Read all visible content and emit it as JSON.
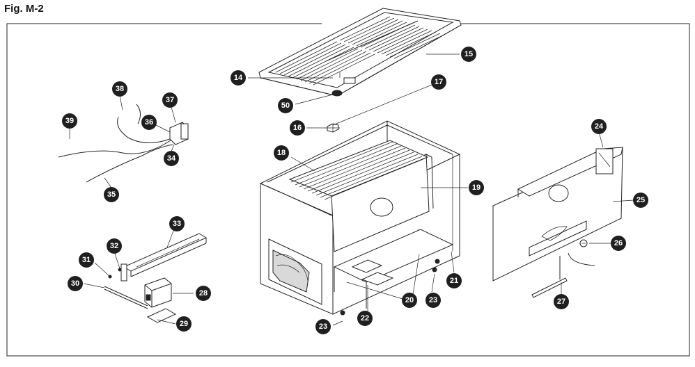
{
  "figure": {
    "title": "Fig. M-2"
  },
  "callouts": [
    {
      "id": "c14",
      "label": "14"
    },
    {
      "id": "c15",
      "label": "15"
    },
    {
      "id": "c16",
      "label": "16"
    },
    {
      "id": "c17",
      "label": "17"
    },
    {
      "id": "c18",
      "label": "18"
    },
    {
      "id": "c19",
      "label": "19"
    },
    {
      "id": "c20",
      "label": "20"
    },
    {
      "id": "c21",
      "label": "21"
    },
    {
      "id": "c22",
      "label": "22"
    },
    {
      "id": "c23a",
      "label": "23"
    },
    {
      "id": "c23b",
      "label": "23"
    },
    {
      "id": "c24",
      "label": "24"
    },
    {
      "id": "c25",
      "label": "25"
    },
    {
      "id": "c26",
      "label": "26"
    },
    {
      "id": "c27",
      "label": "27"
    },
    {
      "id": "c28",
      "label": "28"
    },
    {
      "id": "c29",
      "label": "29"
    },
    {
      "id": "c30",
      "label": "30"
    },
    {
      "id": "c31",
      "label": "31"
    },
    {
      "id": "c32",
      "label": "32"
    },
    {
      "id": "c33",
      "label": "33"
    },
    {
      "id": "c34",
      "label": "34"
    },
    {
      "id": "c35",
      "label": "35"
    },
    {
      "id": "c36",
      "label": "36"
    },
    {
      "id": "c37",
      "label": "37"
    },
    {
      "id": "c38",
      "label": "38"
    },
    {
      "id": "c39",
      "label": "39"
    },
    {
      "id": "c50",
      "label": "50"
    }
  ]
}
